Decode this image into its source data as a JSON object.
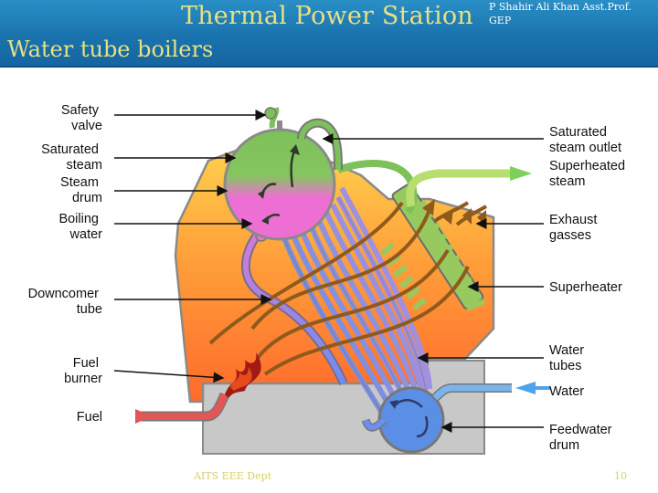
{
  "slide": {
    "title": "Thermal Power Station",
    "subtitle": "Water tube boilers",
    "author_line1": "P Shahir Ali Khan   Asst.Prof.",
    "author_line2": "GEP",
    "footer_text": "AITS EEE Dept",
    "page_number": "10"
  },
  "diagram": {
    "left_labels": {
      "safety_valve": [
        "Safety",
        "valve"
      ],
      "saturated_steam": [
        "Saturated",
        "steam"
      ],
      "steam_drum": [
        "Steam",
        "drum"
      ],
      "boiling_water": [
        "Boiling",
        "water"
      ],
      "downcomer_tube": [
        "Downcomer",
        "tube"
      ],
      "fuel_burner": [
        "Fuel",
        "burner"
      ],
      "fuel": "Fuel"
    },
    "right_labels": {
      "saturated_steam_outlet": [
        "Saturated",
        "steam outlet"
      ],
      "superheated_steam": [
        "Superheated",
        "steam"
      ],
      "exhaust_gasses": [
        "Exhaust",
        "gasses"
      ],
      "superheater": "Superheater",
      "water_tubes": [
        "Water",
        "tubes"
      ],
      "water": "Water",
      "feedwater_drum": [
        "Feedwater",
        "drum"
      ]
    },
    "colors": {
      "furnace_top": "#ffce4a",
      "furnace_bottom": "#ff6a2c",
      "steam_green": "#7dc15a",
      "water_pink": "#ee6fd4",
      "water_blue": "#5b8fe6",
      "superheater_green": "#97c95e",
      "flue_arrow": "#8f5a1c",
      "fuel_red": "#e25656"
    }
  }
}
